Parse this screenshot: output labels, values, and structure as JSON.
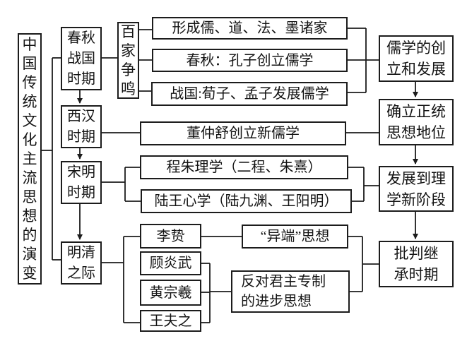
{
  "colors": {
    "ink": "#1c1c1c",
    "background": "#ffffff"
  },
  "diagram": {
    "root": "中\n国\n传\n统\n文\n化\n主\n流\n思\n想\n的\n演\n变",
    "periods": {
      "chunqiu_zhanguo": "春秋\n战国\n时期",
      "xihan": "西汉\n时期",
      "songming": "宋明\n时期",
      "mingqing": "明清\n之际"
    },
    "baijia": "百\n家\n争\n鸣",
    "rows": {
      "xingcheng": "形成儒、道、法、墨诸家",
      "kongzi": "春秋：孔子创立儒学",
      "zhanguo": "战国:荀子、孟子发展儒学",
      "dongzhongshu": "董仲舒创立新儒学",
      "chengzhu": "程朱理学（二程、朱熹）",
      "luwang": "陆王心学（陆九渊、王阳明）",
      "lizhi": "李贽",
      "guyanwu": "顾炎武",
      "huangzongxi": "黄宗羲",
      "wangfuzhi": "王夫之",
      "yiduan": "“异端”思想",
      "fandui": "反对君主专制\n的进步思想"
    },
    "stages": {
      "chuangli": "儒学的创\n立和发展",
      "zhengtong": "确立正统\n思想地位",
      "lixue": "发展到理\n学新阶段",
      "pipan": "批判继\n承时期"
    }
  }
}
